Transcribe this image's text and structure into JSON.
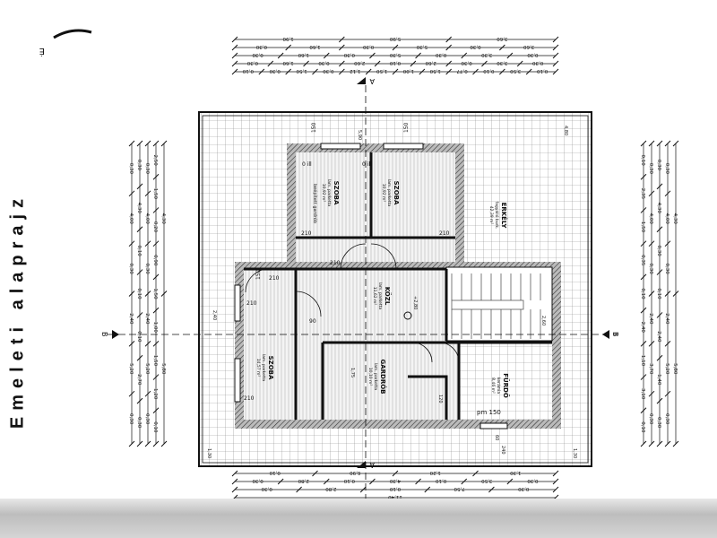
{
  "title": "Emeleti alaprajz",
  "section_marks": {
    "a": "A",
    "b": "B"
  },
  "rooms": [
    {
      "name": "SZOBA",
      "floor": "lam. parketta",
      "area": "10,92 m²",
      "height_note": "0 ill"
    },
    {
      "name": "SZOBA",
      "floor": "lam. parketta",
      "area": "10,92 m²",
      "height_note": "0 ill"
    },
    {
      "name": "ERKÉLY",
      "floor": "fagyálló burk.",
      "area": "42,39 m²"
    },
    {
      "name": "KÖZL",
      "floor": "lam. parketta",
      "area": "11,62 m²"
    },
    {
      "name": "SZOBA",
      "floor": "lam. parketta",
      "area": "14,57 m²"
    },
    {
      "name": "GARDRÓB",
      "floor": "lam. parketta",
      "area": "10,10 m²"
    },
    {
      "name": "FÜRDŐ",
      "floor": "kerámia",
      "area": "8,46 m²"
    }
  ],
  "annotations": {
    "wardrobe_note": "beépített gardrób",
    "level": "+2,80",
    "window_pm": "pm 150",
    "door_210": "210",
    "door_150": "150",
    "door_90": "90"
  },
  "dims_top": [
    [
      "1,90",
      "5,90",
      "3,60"
    ],
    [
      "0,30",
      "1,60",
      "0,30",
      "5,30",
      "0,30",
      "3,60"
    ],
    [
      "0,30",
      "1,60",
      "0,30",
      "5,30",
      "0,30",
      "3,30",
      "0,30"
    ],
    [
      "0,30",
      "1,60",
      "0,30",
      "2,60",
      "0,10",
      "2,60",
      "0,30",
      "3,30",
      "0,30"
    ],
    [
      "0,10",
      "0,30",
      "1,50",
      "0,30",
      "1,12",
      "1,50",
      "1,00",
      "1,50",
      "0,77",
      "0,10",
      "3,50",
      "0,10"
    ]
  ],
  "dims_bottom": [
    [
      "0,10",
      "6,90",
      "1,20",
      "1,30"
    ],
    [
      "0,30",
      "2,80",
      "0,10",
      "4,30",
      "0,10",
      "3,50",
      "0,30"
    ],
    [
      "0,30",
      "2,80",
      "0,10",
      "7,50",
      "0,30"
    ],
    [
      "11,40"
    ]
  ],
  "dims_left": [
    [
      "0,30",
      "4,00",
      "0,30",
      "2,40",
      "5,20",
      "0,30"
    ],
    [
      "0,30",
      "4,30",
      "0,10",
      "0,10",
      "0,10",
      "2,70",
      "0,30"
    ],
    [
      "0,30",
      "4,00",
      "0,30",
      "2,40",
      "5,20",
      "0,30"
    ],
    [
      "2,50",
      "1,50",
      "0,20",
      "0,90",
      "1,50",
      "1,00",
      "1,50",
      "1,20",
      "0,10"
    ],
    [
      "4,30",
      "5,80"
    ]
  ],
  "dims_right": [
    [
      "0,10",
      "2,35",
      "1,50",
      "0,35",
      "0,10",
      "2,40",
      "1,10",
      "3,10",
      "0,10"
    ],
    [
      "0,30",
      "4,00",
      "0,30",
      "2,40",
      "3,70",
      "0,30"
    ],
    [
      "0,30",
      "4,30",
      "0,30",
      "0,10",
      "2,40",
      "1,40",
      "0,30"
    ],
    [
      "0,30",
      "4,00",
      "0,30",
      "2,40",
      "5,20",
      "0,30"
    ],
    [
      "4,30",
      "5,80"
    ]
  ],
  "inner_dims": [
    "5,90",
    "4,80",
    "1,30",
    "1,30",
    "2,40",
    "2,60",
    "1,75",
    "120",
    "60",
    "240"
  ]
}
